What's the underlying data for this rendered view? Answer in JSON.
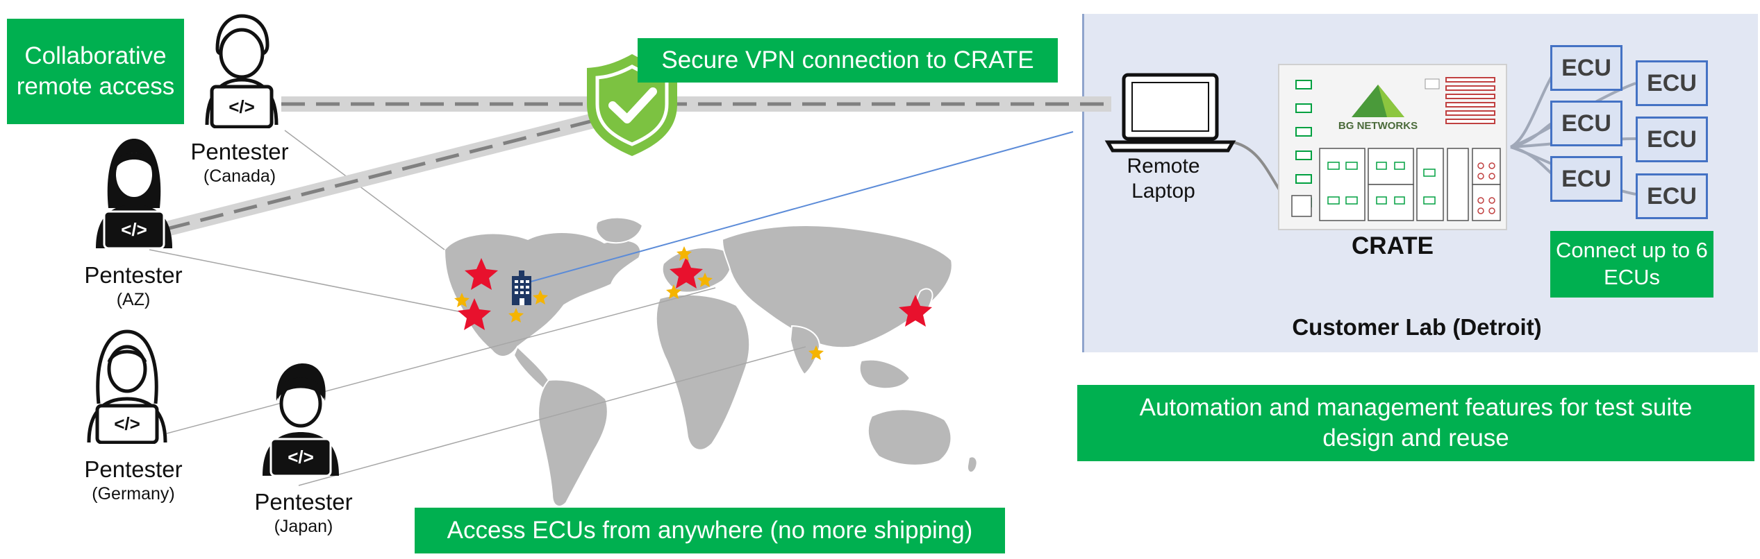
{
  "callouts": {
    "collab": "Collaborative remote access",
    "vpn": "Secure VPN connection to CRATE",
    "anywhere": "Access ECUs from anywhere (no more shipping)",
    "automation": "Automation and management features for test suite design and reuse",
    "connect": "Connect up to 6 ECUs"
  },
  "pentesters": [
    {
      "name": "Pentester",
      "location": "(Canada)"
    },
    {
      "name": "Pentester",
      "location": "(AZ)"
    },
    {
      "name": "Pentester",
      "location": "(Germany)"
    },
    {
      "name": "Pentester",
      "location": "(Japan)"
    }
  ],
  "remote_laptop": "Remote Laptop",
  "crate_label": "CRATE",
  "crate_brand": "BG NETWORKS",
  "lab_label": "Customer Lab (Detroit)",
  "ecus": [
    "ECU",
    "ECU",
    "ECU",
    "ECU",
    "ECU",
    "ECU"
  ],
  "colors": {
    "callout_green": "#00b050",
    "lab_panel": "#e2e7f3",
    "ecu_border": "#4472c4",
    "star_red": "#e8112d",
    "star_gold": "#f5b400",
    "shield_green": "#7cc241"
  },
  "icons": {
    "pentester": "person-with-laptop-icon",
    "vpn": "shield-check-icon",
    "lab": "office-building-icon",
    "laptop": "laptop-icon"
  }
}
